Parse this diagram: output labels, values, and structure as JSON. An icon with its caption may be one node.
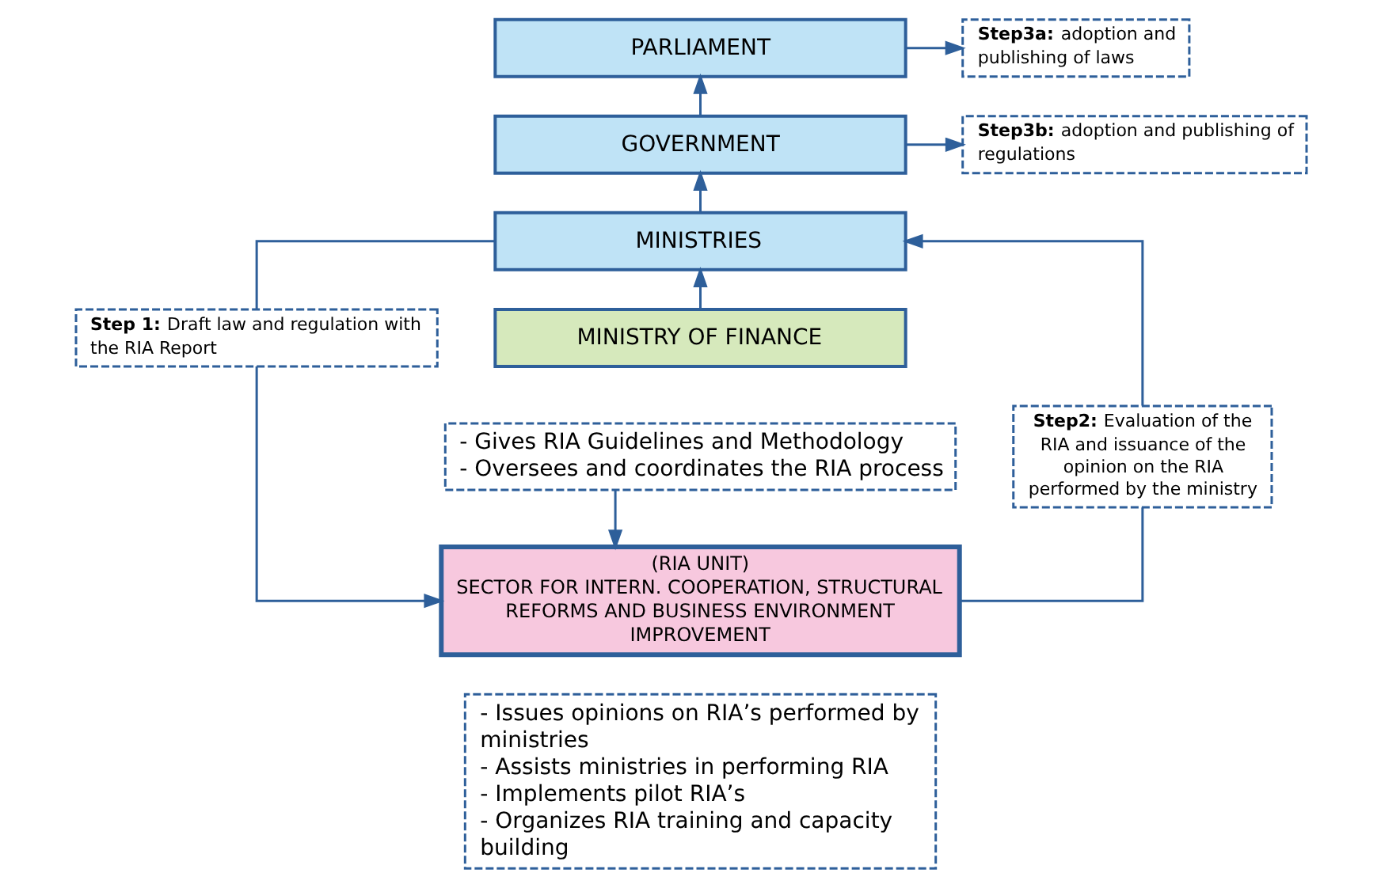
{
  "diagram": {
    "nodes": [
      {
        "text": [
          "PARLIAMENT"
        ]
      },
      {
        "text": [
          "**Step3a:** adoption and publishing of laws"
        ]
      },
      {
        "text": [
          "GOVERNMENT"
        ]
      },
      {
        "text": [
          "**Step3b:** adoption and publishing of regulations"
        ]
      },
      {
        "text": [
          "MINISTRIES"
        ]
      },
      {
        "text": [
          "**Step 1:** Draft law and regulation with the RIA Report"
        ]
      },
      {
        "text": [
          "MINISTRY OF FINANCE"
        ]
      },
      {
        "text": [
          "- Gives RIA Guidelines and Methodology",
          "- Oversees and coordinates the RIA process"
        ]
      },
      {
        "text": [
          "**Step2:** Evaluation of the RIA and issuance of the opinion on the RIA performed by the ministry"
        ]
      },
      {
        "text": [
          "(RIA UNIT)",
          "SECTOR FOR INTERN. COOPERATION, STRUCTURAL REFORMS AND BUSINESS ENVIRONMENT IMPROVEMENT"
        ]
      },
      {
        "text": [
          "- Issues opinions on RIA’s performed by ministries",
          "- Assists ministries in performing RIA",
          "- Implements pilot RIA’s",
          "- Organizes RIA training and capacity building"
        ]
      }
    ],
    "edges": [
      {
        "from": 2,
        "to": 0,
        "arrow": "to"
      },
      {
        "from": 0,
        "to": 1,
        "arrow": "to"
      },
      {
        "from": 2,
        "to": 3,
        "arrow": "to"
      },
      {
        "from": 4,
        "to": 2,
        "arrow": "to"
      },
      {
        "from": 6,
        "to": 4,
        "arrow": "to"
      },
      {
        "from": 4,
        "to": 5,
        "arrow": "none"
      },
      {
        "from": 5,
        "to": 9,
        "arrow": "to"
      },
      {
        "from": 7,
        "to": 9,
        "arrow": "to"
      },
      {
        "from": 9,
        "to": 8,
        "arrow": "none"
      },
      {
        "from": 8,
        "to": 4,
        "arrow": "to"
      }
    ]
  }
}
